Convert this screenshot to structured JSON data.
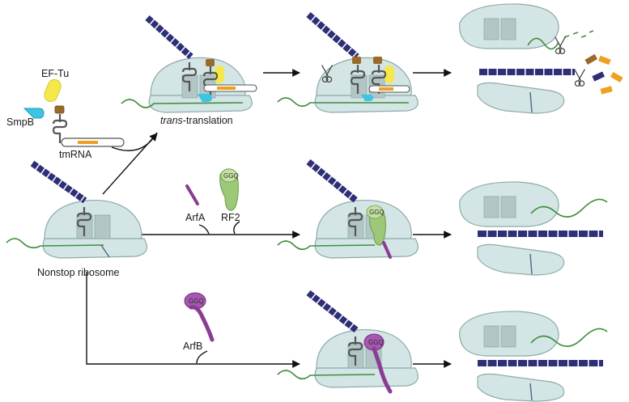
{
  "labels": {
    "ef_tu": "EF-Tu",
    "smpb": "SmpB",
    "tmrna": "tmRNA",
    "trans_italic": "trans",
    "trans_rest": "-translation",
    "arfa": "ArfA",
    "rf2": "RF2",
    "nonstop": "Nonstop ribosome",
    "arfb": "ArfB",
    "ggq": "GGQ"
  },
  "colors": {
    "ribosome_fill": "#d3e5e5",
    "ribosome_stroke": "#8faaaa",
    "ribosome_site": "#b2c6c6",
    "mrna": "#3f8f3f",
    "peptide": "#2f2f78",
    "trna": "#555555",
    "tag_orange": "#f0a020",
    "tmrna_head": "#9a6a2c",
    "ef_tu_yellow": "#f5e84a",
    "smpb_cyan": "#3cc4e0",
    "rf2_green": "#9cc878",
    "arf_purple": "#8a3c92",
    "arrow": "#111111"
  }
}
